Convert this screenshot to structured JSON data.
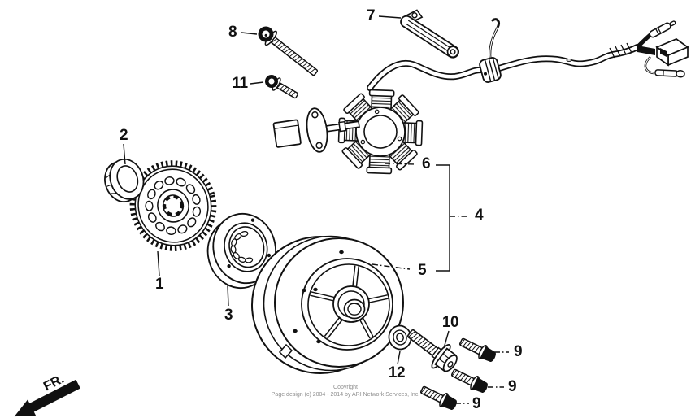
{
  "callouts": {
    "n1": "1",
    "n2": "2",
    "n3": "3",
    "n4": "4",
    "n5": "5",
    "n6": "6",
    "n7": "7",
    "n8": "8",
    "n9": "9",
    "n10": "10",
    "n11": "11",
    "n12": "12"
  },
  "front_marker": {
    "label": "FR."
  },
  "footer": {
    "line1": "Copyright",
    "line2": "Page design (c) 2004 - 2014 by ARI Network Services, Inc."
  },
  "colors": {
    "line": "#111111",
    "footer_text": "#8e8e8e",
    "background": "#ffffff"
  }
}
